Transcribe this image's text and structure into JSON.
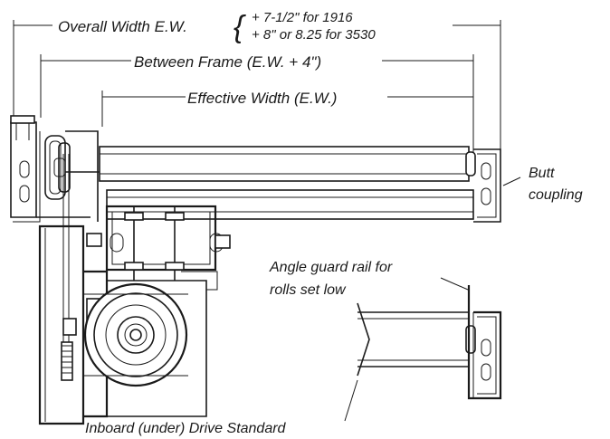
{
  "dimensions": {
    "overall_width": "Overall Width E.W.",
    "overall_note_1916": "+ 7-1/2\" for 1916",
    "overall_note_3530": "+ 8\" or 8.25 for 3530",
    "between_frame": "Between Frame (E.W. + 4\")",
    "effective_width": "Effective Width (E.W.)"
  },
  "callouts": {
    "butt_coupling_line1": "Butt",
    "butt_coupling_line2": "coupling",
    "angle_guard_line1": "Angle guard rail for",
    "angle_guard_line2": "rolls set low",
    "inboard_drive": "Inboard (under) Drive Standard"
  }
}
